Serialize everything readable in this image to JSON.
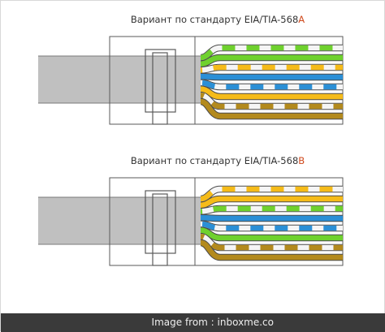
{
  "diagrams": [
    {
      "title_prefix": "Вариант по стандарту EIA/TIA-568",
      "title_suffix": "A",
      "pairs": [
        {
          "solid": "#f5f5f5",
          "stripe": "#6fd12e"
        },
        {
          "solid": "#6fd12e",
          "stripe": "#6fd12e"
        },
        {
          "solid": "#f5f5f5",
          "stripe": "#f5bb19"
        },
        {
          "solid": "#2b8fd6",
          "stripe": "#2b8fd6"
        },
        {
          "solid": "#f5f5f5",
          "stripe": "#2b8fd6"
        },
        {
          "solid": "#f5bb19",
          "stripe": "#f5bb19"
        },
        {
          "solid": "#f5f5f5",
          "stripe": "#b38a1d"
        },
        {
          "solid": "#b38a1d",
          "stripe": "#b38a1d"
        }
      ]
    },
    {
      "title_prefix": "Вариант по стандарту EIA/TIA-568",
      "title_suffix": "B",
      "pairs": [
        {
          "solid": "#f5f5f5",
          "stripe": "#f5bb19"
        },
        {
          "solid": "#f5bb19",
          "stripe": "#f5bb19"
        },
        {
          "solid": "#f5f5f5",
          "stripe": "#6fd12e"
        },
        {
          "solid": "#2b8fd6",
          "stripe": "#2b8fd6"
        },
        {
          "solid": "#f5f5f5",
          "stripe": "#2b8fd6"
        },
        {
          "solid": "#6fd12e",
          "stripe": "#6fd12e"
        },
        {
          "solid": "#f5f5f5",
          "stripe": "#b38a1d"
        },
        {
          "solid": "#b38a1d",
          "stripe": "#b38a1d"
        }
      ]
    }
  ],
  "colors": {
    "cable": "#c0c0c0",
    "cable_edge": "#7a7a7a",
    "outline": "#5a5a5a",
    "caption_bar": "#3a3a3a"
  },
  "caption": "Image from : inboxme.co"
}
